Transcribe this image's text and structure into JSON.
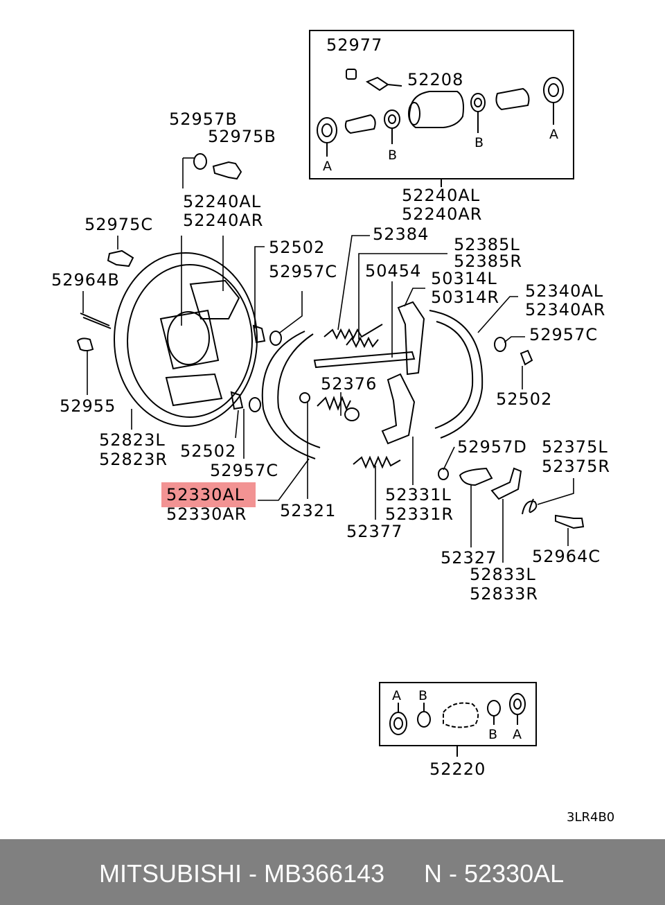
{
  "labels": {
    "p52977": "52977",
    "p52208": "52208",
    "p52957b": "52957B",
    "p52975b": "52975B",
    "p52240_top_l": "52240AL",
    "p52240_top_r": "52240AR",
    "p52240_box_l": "52240AL",
    "p52240_box_r": "52240AR",
    "p52975c": "52975C",
    "p52964b": "52964B",
    "p52955": "52955",
    "p52823l": "52823L",
    "p52823r": "52823R",
    "p52502_a": "52502",
    "p52502_b": "52502",
    "p52502_c": "52502",
    "p52957c_a": "52957C",
    "p52957c_b": "52957C",
    "p52957c_c": "52957C",
    "p52384": "52384",
    "p52385l": "52385L",
    "p52385r": "52385R",
    "p50454": "50454",
    "p50314l": "50314L",
    "p50314r": "50314R",
    "p52340al": "52340AL",
    "p52340ar": "52340AR",
    "p52376": "52376",
    "p52330al": "52330AL",
    "p52330ar": "52330AR",
    "p52321": "52321",
    "p52377": "52377",
    "p52331l": "52331L",
    "p52331r": "52331R",
    "p52957d": "52957D",
    "p52375l": "52375L",
    "p52375r": "52375R",
    "p52327": "52327",
    "p52833l": "52833L",
    "p52833r": "52833R",
    "p52964c": "52964C",
    "p52220": "52220",
    "letter_a": "A",
    "letter_b": "B"
  },
  "diagram_code": "3LR4B0",
  "footer": {
    "left": "MITSUBISHI - MB366143",
    "right": "N - 52330AL"
  },
  "highlight_part": "52330AL",
  "highlight_color": "#f08080"
}
